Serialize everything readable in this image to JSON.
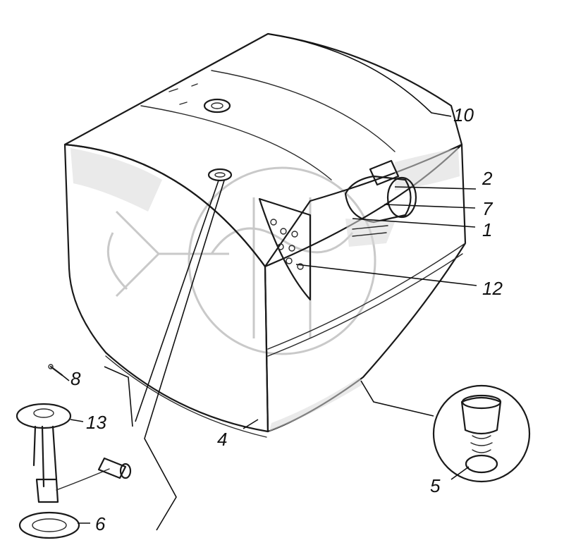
{
  "callouts": {
    "c10": "10",
    "c2": "2",
    "c7": "7",
    "c1": "1",
    "c12": "12",
    "c8": "8",
    "c13": "13",
    "c4": "4",
    "c5": "5",
    "c6": "6"
  },
  "colors": {
    "line": "#1a1a1a",
    "background": "#ffffff",
    "watermark": "#c9c9c9"
  }
}
